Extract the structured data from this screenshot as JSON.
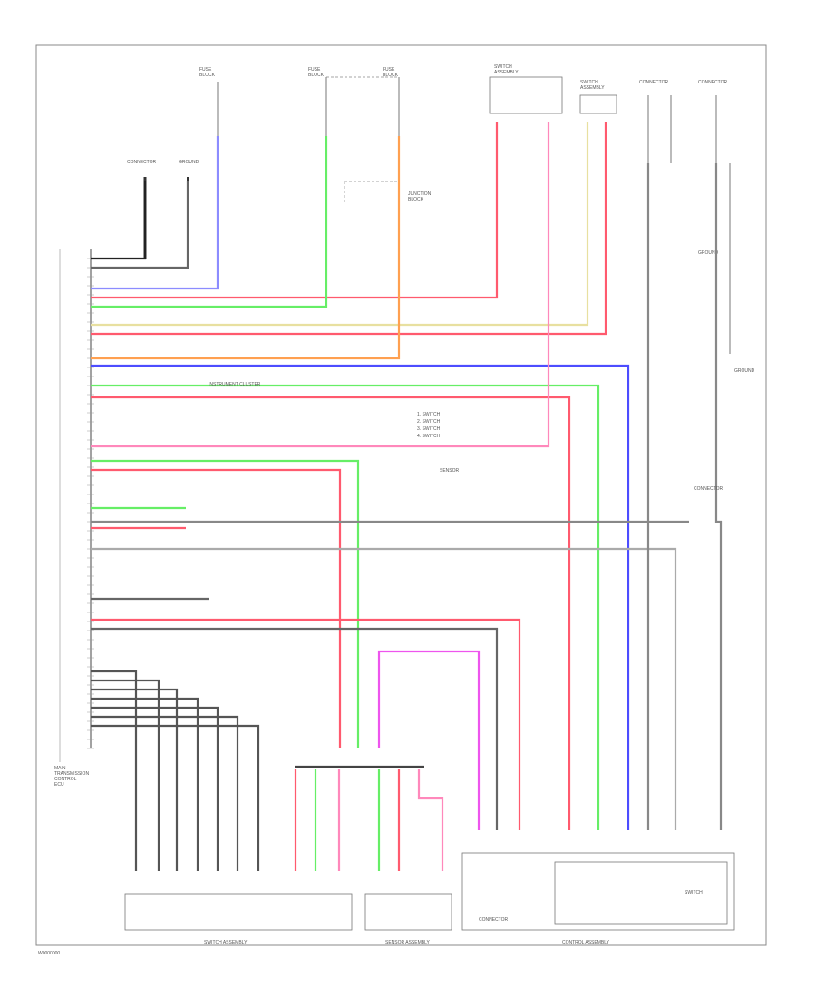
{
  "diagram": {
    "code": "W0000000",
    "colors": {
      "red": "#ff5a6e",
      "blue": "#4d4dff",
      "violet": "#8c8cff",
      "green": "#66ee66",
      "orange": "#ffa050",
      "pink": "#ff88bb",
      "magenta": "#ee55ee",
      "yellow": "#e8e0a0",
      "gray": "#666666",
      "black": "#222222"
    },
    "labels": {
      "ecu_main": "MAIN\nTRANSMISSION\nCONTROL\nECU",
      "top_fuse1": "FUSE\nBLOCK",
      "top_fuse2": "FUSE\nBLOCK",
      "top_fuse3": "FUSE\nBLOCK",
      "top_switch1": "SWITCH\nASSEMBLY",
      "top_switch2": "SWITCH\nASSEMBLY",
      "top_conn1": "CONNECTOR",
      "top_conn2": "CONNECTOR",
      "top_ground1": "GROUND",
      "top_ground2": "GROUND",
      "junction_note": "JUNCTION\nBLOCK",
      "cluster_note": "INSTRUMENT CLUSTER",
      "legend_1": "1. SWITCH",
      "legend_2": "2. SWITCH",
      "legend_3": "3. SWITCH",
      "legend_4": "4. SWITCH",
      "mid_note": "SENSOR",
      "right_conn": "CONNECTOR",
      "bottom_left": "SWITCH\nASSEMBLY",
      "bottom_mid": "SENSOR\nASSEMBLY",
      "bottom_right": "CONTROL\nASSEMBLY",
      "inner_box": "CONNECTOR",
      "sub_switch": "SWITCH"
    }
  }
}
